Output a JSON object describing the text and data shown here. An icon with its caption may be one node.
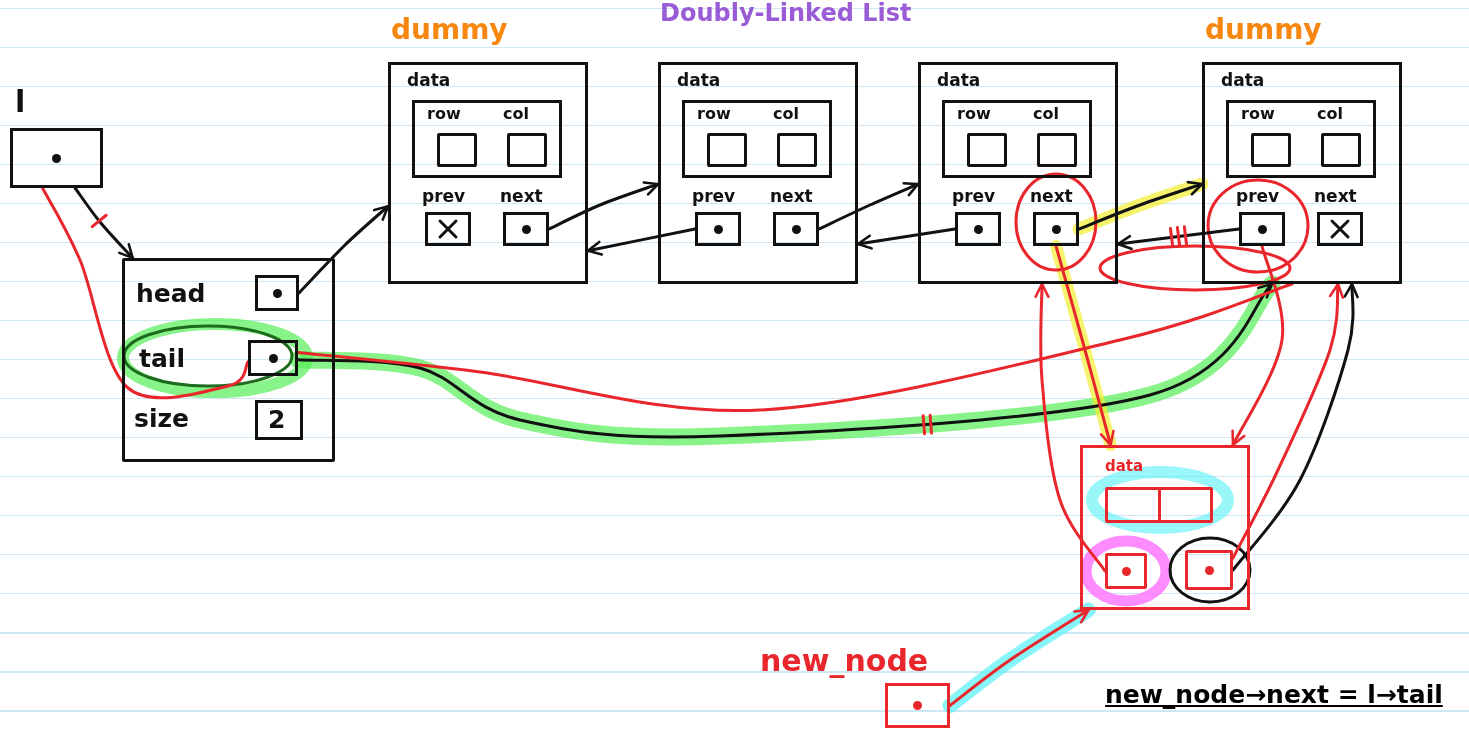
{
  "diagram": {
    "title": "Doubly-Linked List",
    "nodes": [
      {
        "text": [
          "l"
        ]
      },
      {
        "text": [],
        "shape": "box"
      },
      {
        "text": [
          "head"
        ],
        "in": 1
      },
      {
        "text": [
          "tail"
        ],
        "in": 1
      },
      {
        "text": [
          "size",
          "2"
        ],
        "in": 1
      },
      {
        "text": [
          "data"
        ],
        "beside": [
          "dummy"
        ]
      },
      {
        "text": [
          "row",
          "col"
        ],
        "in": 5
      },
      {
        "text": [
          "prev"
        ],
        "in": 5
      },
      {
        "text": [
          "next"
        ],
        "in": 5
      },
      {
        "text": [
          "data"
        ]
      },
      {
        "text": [
          "row",
          "col"
        ],
        "in": 9
      },
      {
        "text": [
          "prev"
        ],
        "in": 9
      },
      {
        "text": [
          "next"
        ],
        "in": 9
      },
      {
        "text": [
          "data"
        ]
      },
      {
        "text": [
          "row",
          "col"
        ],
        "in": 13
      },
      {
        "text": [
          "prev"
        ],
        "in": 13
      },
      {
        "text": [
          "next"
        ],
        "in": 13
      },
      {
        "text": [
          "data"
        ],
        "beside": [
          "dummy"
        ]
      },
      {
        "text": [
          "row",
          "col"
        ],
        "in": 17
      },
      {
        "text": [
          "prev"
        ],
        "in": 17
      },
      {
        "text": [
          "next"
        ],
        "in": 17
      },
      {
        "text": [
          "data"
        ]
      },
      {
        "text": [],
        "shape": "box",
        "in": 21
      },
      {
        "text": [],
        "shape": "box",
        "in": 21
      },
      {
        "text": [],
        "shape": "box",
        "in": 21
      },
      {
        "text": [
          "new_node"
        ]
      }
    ],
    "edges": [
      {
        "from": 0,
        "to": 1,
        "arrow": "to"
      },
      {
        "from": 0,
        "to": 3,
        "arrow": "none",
        "color": "#e8262b"
      },
      {
        "from": 2,
        "to": 5,
        "arrow": "to"
      },
      {
        "from": 8,
        "to": 9,
        "arrow": "to"
      },
      {
        "from": 11,
        "to": 5,
        "arrow": "to"
      },
      {
        "from": 12,
        "to": 13,
        "arrow": "to"
      },
      {
        "from": 15,
        "to": 9,
        "arrow": "to"
      },
      {
        "from": 16,
        "to": 17,
        "arrow": "to"
      },
      {
        "from": 19,
        "to": 13,
        "arrow": "to"
      },
      {
        "from": 3,
        "to": 17,
        "arrow": "to"
      },
      {
        "from": 3,
        "to": 17,
        "arrow": "none",
        "color": "#e8262b"
      },
      {
        "from": 16,
        "to": 21,
        "arrow": "to",
        "color": "#e8262b"
      },
      {
        "from": 23,
        "to": 13,
        "arrow": "to",
        "color": "#e8262b"
      },
      {
        "from": 19,
        "to": 21,
        "arrow": "to",
        "color": "#e8262b"
      },
      {
        "from": 24,
        "to": 17,
        "arrow": "to"
      },
      {
        "from": 24,
        "to": 17,
        "arrow": "to",
        "color": "#e8262b"
      },
      {
        "from": 25,
        "to": 21,
        "arrow": "to",
        "color": "#e8262b"
      }
    ],
    "labels": [
      "new_node→next = l→tail"
    ]
  }
}
